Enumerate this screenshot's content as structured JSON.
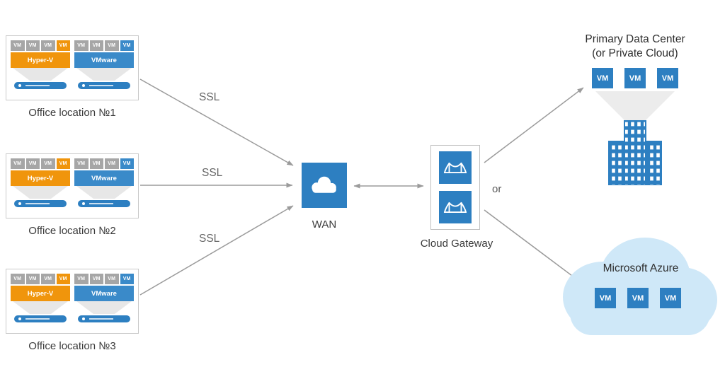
{
  "colors": {
    "blue": "#2d7fc1",
    "vmware_blue": "#3a8ac9",
    "hyperv_orange": "#f0950c",
    "gray_tile": "#a6a6a6",
    "azure_cloud": "#cfe8f8",
    "arrow_gray": "#9b9b9b"
  },
  "offices": [
    {
      "label": "Office location №1"
    },
    {
      "label": "Office location №2"
    },
    {
      "label": "Office location №3"
    }
  ],
  "host_types": [
    {
      "name": "Hyper-V"
    },
    {
      "name": "VMware"
    }
  ],
  "vm_tile_label": "VM",
  "ssl_labels": [
    "SSL",
    "SSL",
    "SSL"
  ],
  "wan": {
    "label": "WAN"
  },
  "cloud_gateway": {
    "label": "Cloud Gateway"
  },
  "or_label": "or",
  "primary_dc": {
    "title_line1": "Primary Data Center",
    "title_line2": "(or Private Cloud)",
    "vms": [
      "VM",
      "VM",
      "VM"
    ]
  },
  "azure": {
    "title": "Microsoft Azure",
    "vms": [
      "VM",
      "VM",
      "VM"
    ]
  }
}
